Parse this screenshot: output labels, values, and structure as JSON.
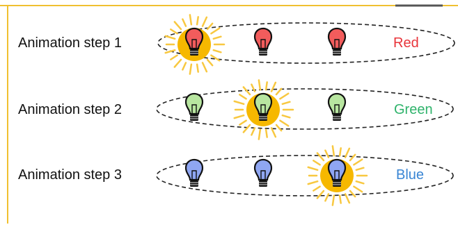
{
  "rows": [
    {
      "label": "Animation step 1",
      "color_name": "Red",
      "color": "#f25c5c",
      "text_color": "#e8343a",
      "lit_index": 0
    },
    {
      "label": "Animation step 2",
      "color_name": "Green",
      "color": "#b8e6a0",
      "text_color": "#2fb36b",
      "lit_index": 1
    },
    {
      "label": "Animation step 3",
      "color_name": "Blue",
      "color": "#8fa6f2",
      "text_color": "#3a86d4",
      "lit_index": 2
    }
  ],
  "colors": {
    "frame": "#f0c030",
    "glow": "#f6b800",
    "rays": "#f8c840",
    "outline": "#111111"
  }
}
